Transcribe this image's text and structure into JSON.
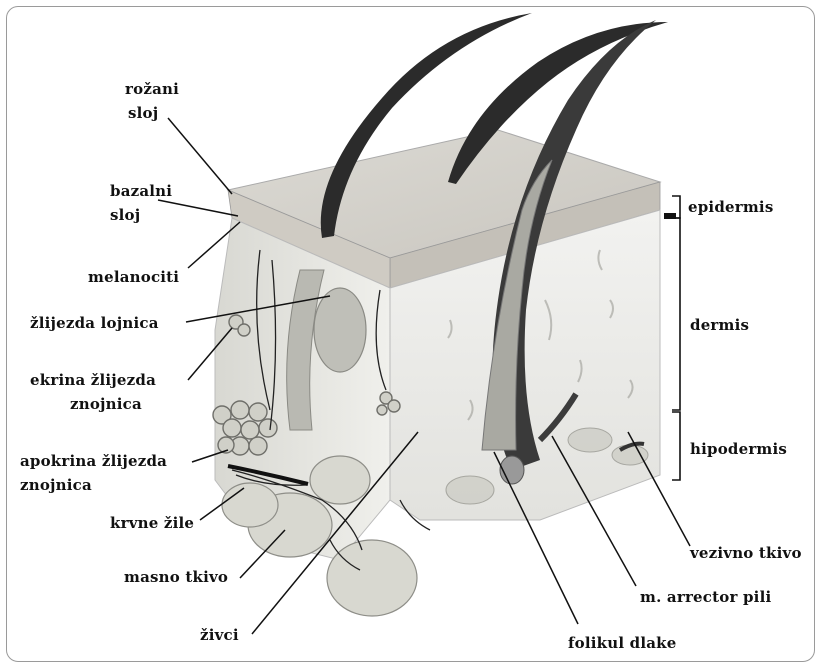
{
  "labels": {
    "rozani_sloj_1": "rožani",
    "rozani_sloj_2": "sloj",
    "bazalni_sloj_1": "bazalni",
    "bazalni_sloj_2": "sloj",
    "melanociti": "melanociti",
    "zlijezda_lojnica": "žlijezda lojnica",
    "ekrina_1": "ekrina žlijezda",
    "ekrina_2": "znojnica",
    "apokrina_1": "apokrina žlijezda",
    "apokrina_2": "znojnica",
    "krvne_zile": "krvne žile",
    "masno_tkivo": "masno tkivo",
    "zivci": "živci",
    "folikul_dlake": "folikul dlake",
    "arrector_pili": "m. arrector pili",
    "vezivno_tkivo": "vezivno tkivo",
    "epidermis": "epidermis",
    "dermis": "dermis",
    "hipodermis": "hipodermis"
  },
  "colors": {
    "skin_top": "#d6d3cc",
    "epidermis_band": "#c9c5bd",
    "dermis_face": "#ececea",
    "hair": "#2a2a2a",
    "fat": "#dcdcd6",
    "line": "#111111"
  }
}
